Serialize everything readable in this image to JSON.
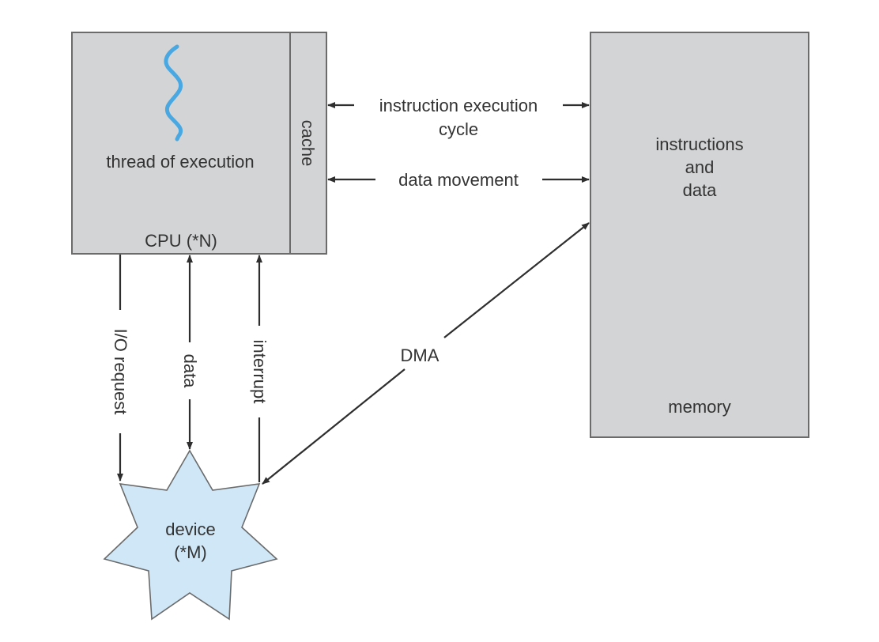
{
  "diagram": {
    "title": "Computer system operation: CPU, memory, device interaction",
    "cpu": {
      "thread_label": "thread of execution",
      "name_label": "CPU (*N)",
      "cache_label": "cache",
      "thread_icon": "thread-squiggle-icon",
      "thread_color": "#49a8e2"
    },
    "memory": {
      "content_lines": [
        "instructions",
        "and",
        "data"
      ],
      "name_label": "memory"
    },
    "device": {
      "name_lines": [
        "device",
        "(*M)"
      ],
      "shape": "seven-point-star",
      "fill_color": "#cfe7f7"
    },
    "connections": {
      "instruction_cycle": {
        "lines": [
          "instruction execution",
          "cycle"
        ],
        "direction": "bidirectional"
      },
      "data_movement": {
        "label": "data movement",
        "direction": "bidirectional"
      },
      "io_request": {
        "label": "I/O request",
        "direction": "cpu-to-device"
      },
      "data": {
        "label": "data",
        "direction": "bidirectional"
      },
      "interrupt": {
        "label": "interrupt",
        "direction": "device-to-cpu"
      },
      "dma": {
        "label": "DMA",
        "direction": "bidirectional"
      }
    },
    "colors": {
      "box_fill": "#d3d4d6",
      "box_border": "#6b6b6b",
      "text": "#333333",
      "arrow": "#2e2e2e"
    }
  }
}
